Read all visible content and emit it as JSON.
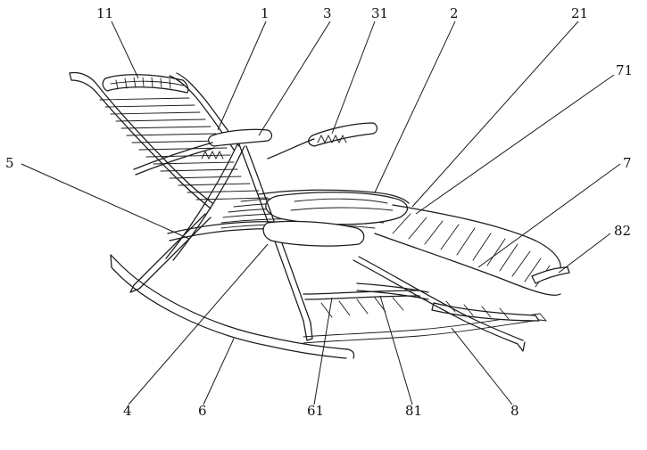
{
  "figure": {
    "labels": {
      "l1": "1",
      "l2": "2",
      "l3": "3",
      "l4": "4",
      "l5": "5",
      "l6": "6",
      "l7": "7",
      "l8": "8",
      "l11": "11",
      "l21": "21",
      "l31": "31",
      "l61": "61",
      "l71": "71",
      "l81": "81",
      "l82": "82"
    }
  }
}
